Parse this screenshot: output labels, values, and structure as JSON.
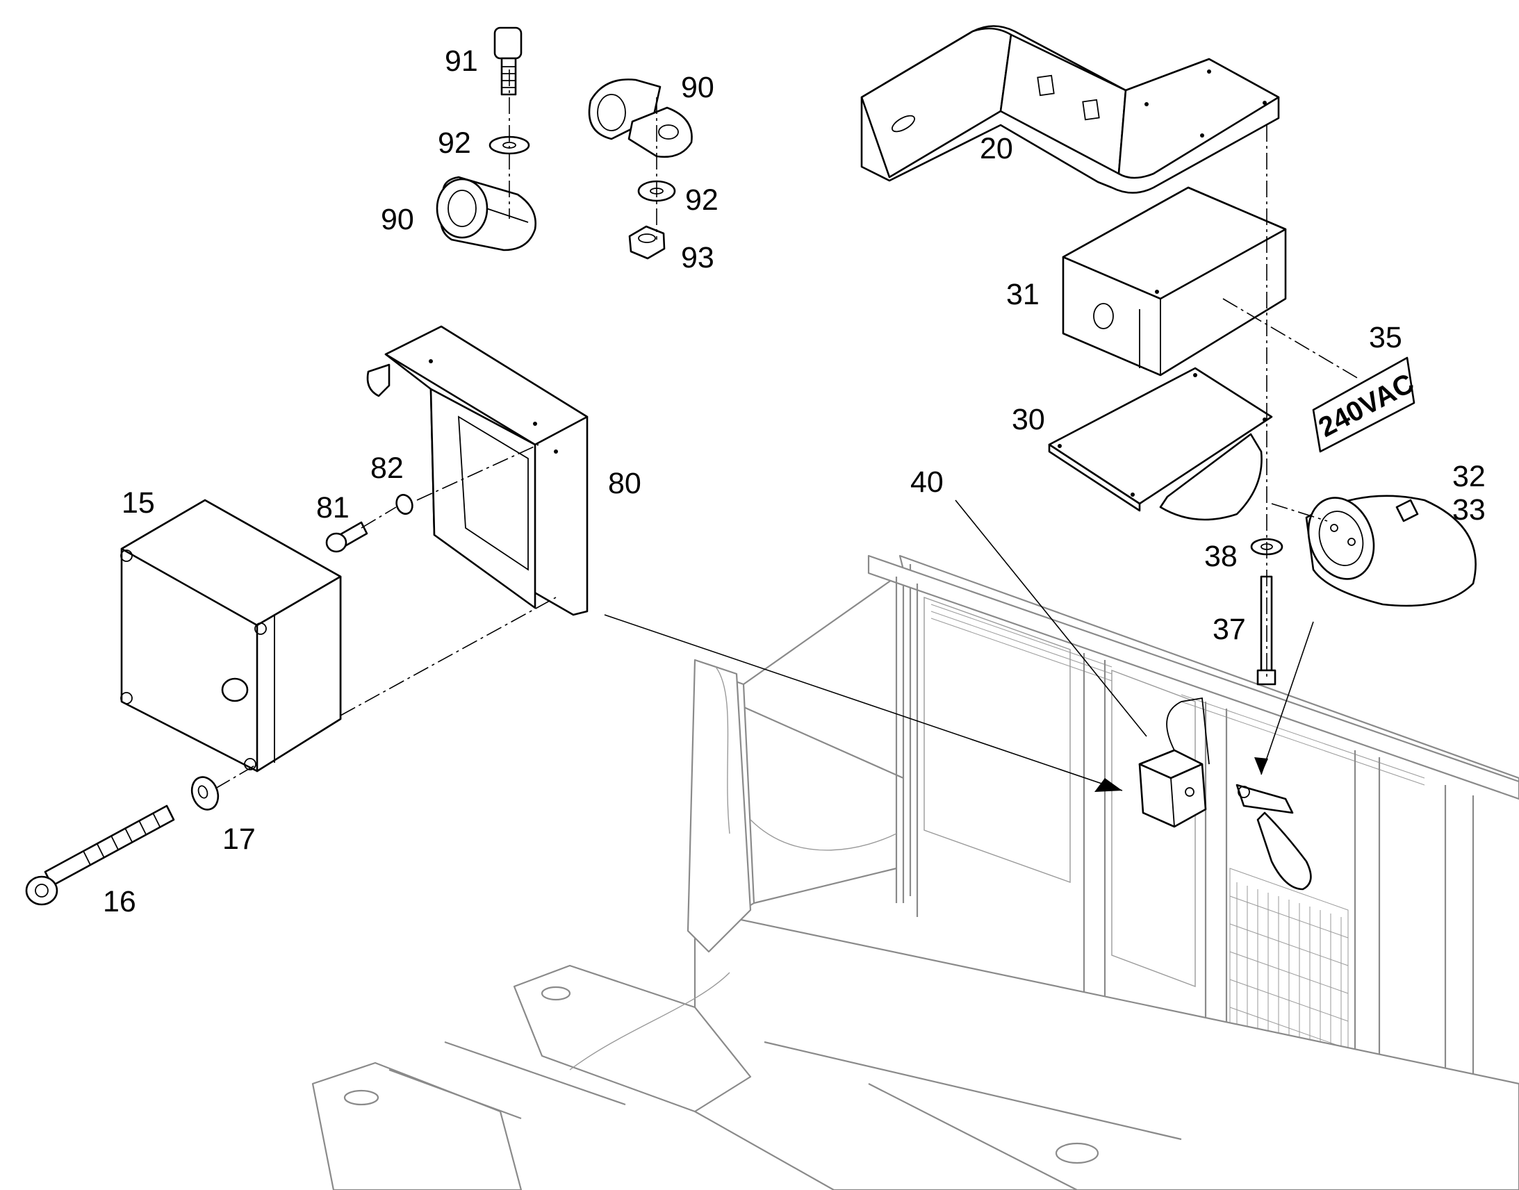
{
  "diagram": {
    "callouts": {
      "c15": "15",
      "c16": "16",
      "c17": "17",
      "c20": "20",
      "c30": "30",
      "c31": "31",
      "c32": "32",
      "c33": "33",
      "c35": "35",
      "c37": "37",
      "c38": "38",
      "c40": "40",
      "c80": "80",
      "c81": "81",
      "c82": "82",
      "c90a": "90",
      "c90b": "90",
      "c91": "91",
      "c92a": "92",
      "c92b": "92",
      "c93": "93"
    },
    "label_plate_text": "240VAC",
    "colors": {
      "part_line": "#000000",
      "assembly_line": "#8a8a8a",
      "background": "#ffffff"
    }
  }
}
